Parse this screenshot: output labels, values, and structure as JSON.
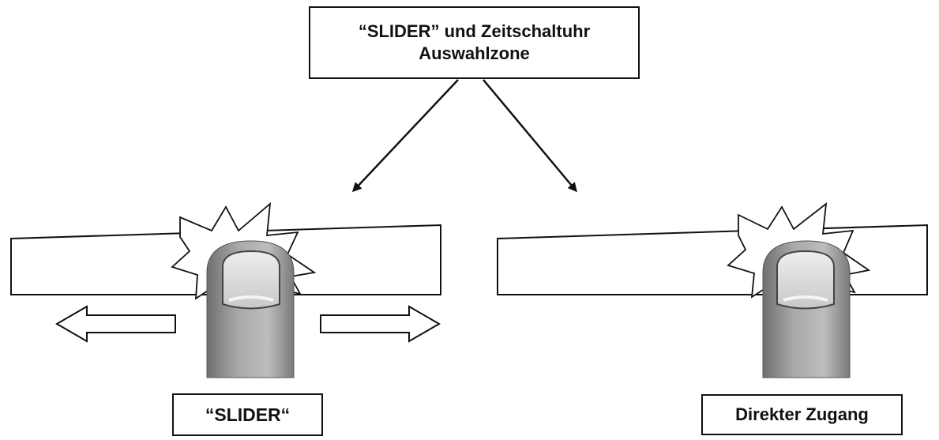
{
  "top_label": {
    "line1": "“SLIDER” und Zeitschaltuhr",
    "line2": "Auswahlzone"
  },
  "left_label": "“SLIDER“",
  "right_label": "Direkter Zugang",
  "colors": {
    "stroke": "#111111",
    "finger": "#9a9a9a",
    "nail": "#d9d9d9",
    "background": "#ffffff"
  },
  "icons": [
    "finger-icon",
    "touch-burst-icon",
    "arrow-left-icon",
    "arrow-right-icon"
  ]
}
